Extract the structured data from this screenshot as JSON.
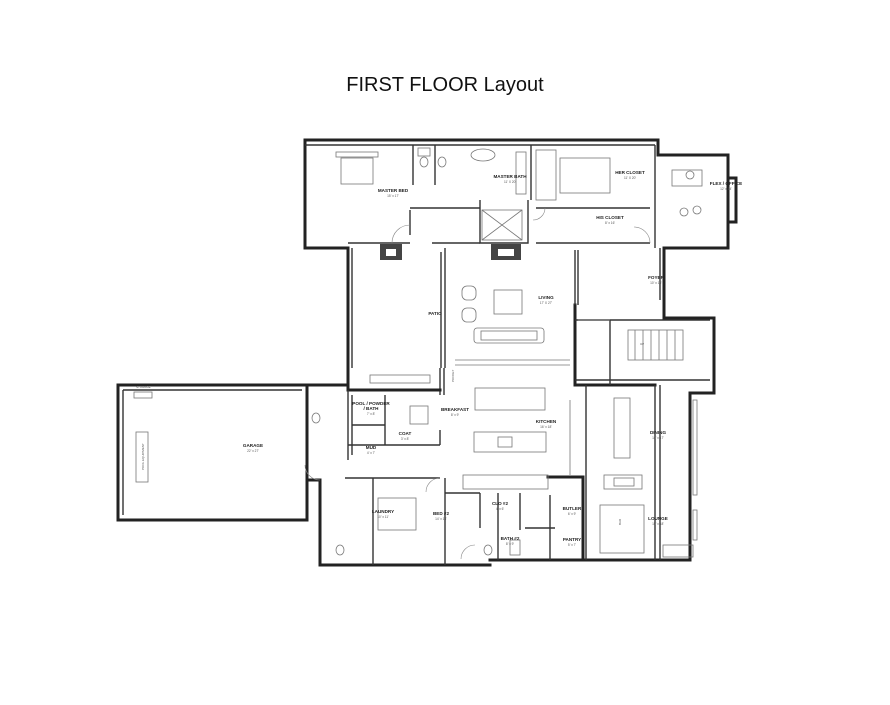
{
  "title": "FIRST FLOOR Layout",
  "rooms": {
    "master_bed": {
      "name": "MASTER BED",
      "dim": "15' x 17'"
    },
    "master_bath": {
      "name": "MASTER BATH",
      "dim": "11' X 20'"
    },
    "her_closet": {
      "name": "HER CLOSET",
      "dim": "11' X 20'"
    },
    "his_closet": {
      "name": "HIS CLOSET",
      "dim": "8' x 16'"
    },
    "flex_office": {
      "name": "FLEX / OFFICE",
      "dim": "12' x 14'"
    },
    "foyer": {
      "name": "FOYER",
      "dim": "10' x 16'"
    },
    "living": {
      "name": "LIVING",
      "dim": "17' X 27'"
    },
    "patio": {
      "name": "PATIO"
    },
    "pool_powder": {
      "name": "POOL / POWDER",
      "name2": "/ BATH",
      "dim": "7' x 8'"
    },
    "breakfast": {
      "name": "BREAKFAST",
      "dim": "8' x 9'"
    },
    "kitchen": {
      "name": "KITCHEN",
      "dim": "16' x 18'"
    },
    "dining": {
      "name": "DINING",
      "dim": "14' x 17'"
    },
    "garage": {
      "name": "GARAGE",
      "dim": "22' x 27'"
    },
    "coat": {
      "name": "COAT",
      "dim": "3' x 8'"
    },
    "mud": {
      "name": "MUD",
      "dim": "4' x 7'"
    },
    "laundry": {
      "name": "LAUNDRY",
      "dim": "10' x 11'"
    },
    "bed2": {
      "name": "BED #2",
      "dim": "14' x 14'"
    },
    "clo2": {
      "name": "CLO #2",
      "dim": "4' x 6'"
    },
    "bath2": {
      "name": "BATH #2",
      "dim": "8' x 9'"
    },
    "butler": {
      "name": "BUTLER",
      "dim": "6' x 9'"
    },
    "pantry": {
      "name": "PANTRY",
      "dim": "5' x 7'"
    },
    "lounge": {
      "name": "LOUNGE",
      "dim": "15' x 18'"
    }
  },
  "notes": {
    "pocket": "POCKET",
    "bar": "BAR",
    "up": "UP",
    "garage_equipment": "POOL EQUIPMENT",
    "garage_storage": "STORAGE"
  }
}
